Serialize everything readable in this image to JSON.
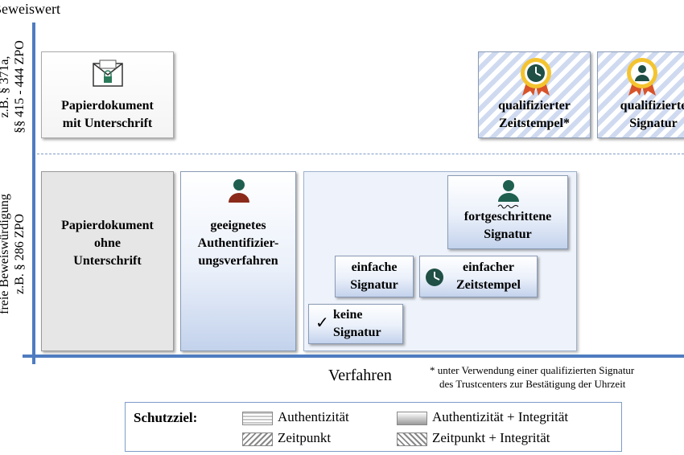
{
  "axis": {
    "y_title": "Beweiswert",
    "x_title": "Verfahren",
    "upper_label": [
      "z.B. § 371a,",
      "§§ 415 - 444 ZPO"
    ],
    "lower_label": [
      "freie Beweiswürdigung",
      "z.B. § 286 ZPO"
    ]
  },
  "boxes": {
    "papier_mit": [
      "Papierdokument",
      "mit Unterschrift"
    ],
    "papier_ohne": [
      "Papierdokument",
      "ohne",
      "Unterschrift"
    ],
    "auth": [
      "geeignetes",
      "Authentifizier-",
      "ungsverfahren"
    ],
    "fortgeschritten": [
      "fortgeschrittene",
      "Signatur"
    ],
    "einfache_sig": [
      "einfache",
      "Signatur"
    ],
    "einfacher_zs": [
      "einfacher",
      "Zeitstempel"
    ],
    "keine": [
      "keine",
      "Signatur"
    ],
    "qual_zs": [
      "qualifizierter",
      "Zeitstempel*"
    ],
    "qual_sig": [
      "qualifizierte",
      "Signatur"
    ]
  },
  "icons": {
    "envelope": "sealed-envelope-icon",
    "person": "person-icon",
    "signature": "handwritten-signature-icon",
    "clock": "clock-icon",
    "check": "✓",
    "seal": "rosette-seal-icon"
  },
  "footnote": [
    "* unter Verwendung einer qualifizierten Signatur",
    "des Trustcenters zur Bestätigung der Uhrzeit"
  ],
  "legend": {
    "title": "Schutzziel:",
    "items": [
      "Authentizität",
      "Authentizität + Integrität",
      "Zeitpunkt",
      "Zeitpunkt + Integrität"
    ]
  },
  "colors": {
    "axis": "#4f7cc0",
    "person": "#1f5f50",
    "seal_ribbon": "#d8532a"
  }
}
